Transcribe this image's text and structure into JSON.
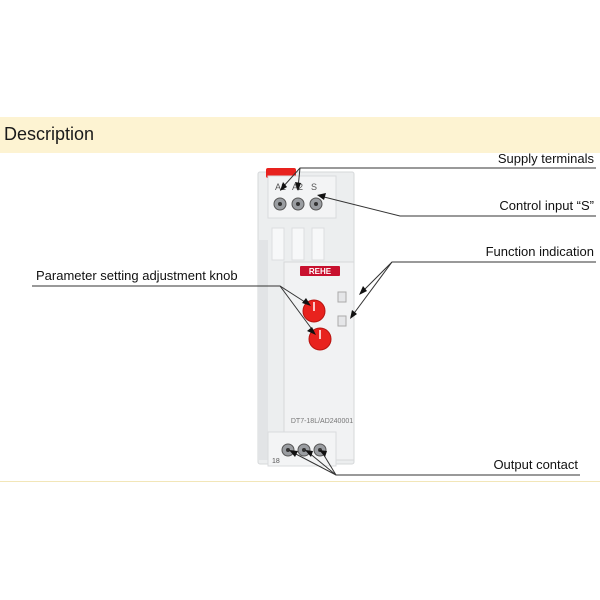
{
  "header": {
    "title": "Description"
  },
  "callouts": {
    "supply_terminals": "Supply  terminals",
    "control_input": "Control input “S”",
    "function_indication": "Function indication",
    "parameter_knob": "Parameter setting adjustment knob",
    "output_contact": "Output contact"
  },
  "device": {
    "brand": "REHE",
    "model": "DT7-18L/AD240001",
    "terminal_labels_top": [
      "A1",
      "A2",
      "S"
    ],
    "terminal_labels_bottom": [
      "18"
    ]
  },
  "colors": {
    "header_band": "#fdf3d2",
    "knob": "#e8221e",
    "device_body": "#ecedee",
    "brand_label": "#c8102e"
  }
}
